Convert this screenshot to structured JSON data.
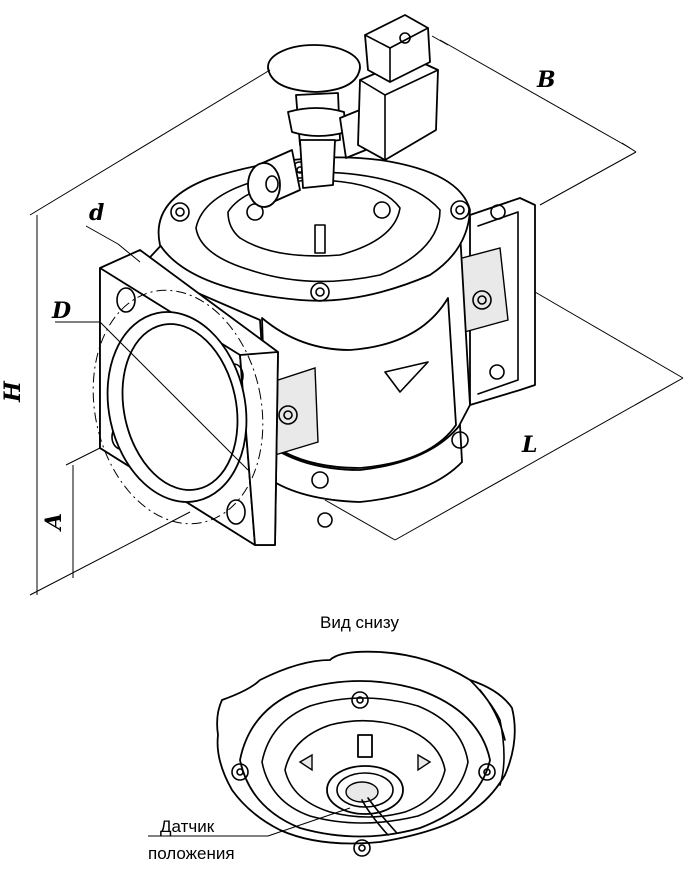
{
  "dimensions": {
    "B": "B",
    "d": "d",
    "D": "D",
    "H": "H",
    "A": "A",
    "L": "L"
  },
  "bottom_view": {
    "title": "Вид снизу",
    "sensor_label_line1": "Датчик",
    "sensor_label_line2": "положения"
  }
}
